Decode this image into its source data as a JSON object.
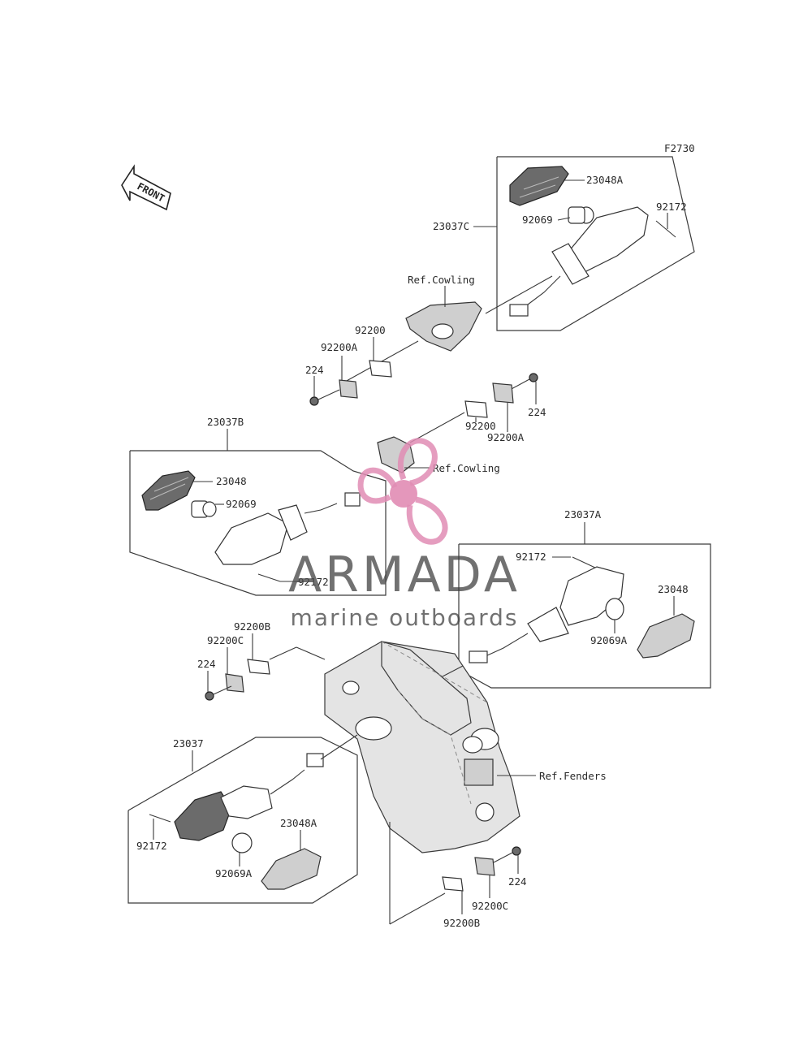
{
  "diagram": {
    "figure_code": "F2730",
    "front_label": "FRONT",
    "labels": {
      "p23037C": "23037C",
      "p23048A_top": "23048A",
      "p92069_top": "92069",
      "p92172_top": "92172",
      "ref_cowling_top": "Ref.Cowling",
      "p92200_top": "92200",
      "p92200A_left": "92200A",
      "p224_left_top": "224",
      "p224_right_top": "224",
      "p92200A_right": "92200A",
      "p92200_mid": "92200",
      "ref_cowling_mid": "Ref.Cowling",
      "p23037B": "23037B",
      "p23048_left": "23048",
      "p92069_left": "92069",
      "p92172_left": "92172",
      "p23037A": "23037A",
      "p92172_right": "92172",
      "p23048_right": "23048",
      "p92069A_right": "92069A",
      "p92200B_left": "92200B",
      "p92200C_left": "92200C",
      "p224_left_bottom": "224",
      "ref_fenders": "Ref.Fenders",
      "p23037": "23037",
      "p92172_bottom": "92172",
      "p23048A_bottom": "23048A",
      "p92069A_bottom": "92069A",
      "p224_right_bottom": "224",
      "p92200C_right": "92200C",
      "p92200B_right": "92200B"
    }
  },
  "watermark": {
    "brand": "ARMADA",
    "tagline": "marine outboards",
    "logo_color": "#e18cb4",
    "text_color": "#4a4a4a"
  }
}
